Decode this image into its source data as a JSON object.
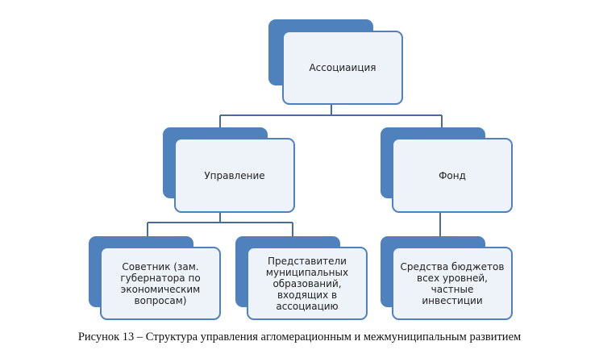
{
  "colors": {
    "accent": "#4f81bd",
    "box_fill": "#eef2f9",
    "connector": "#4a6c96"
  },
  "diagram": {
    "root": {
      "label": "Ассоциаиция"
    },
    "management": {
      "label": "Управление"
    },
    "fund": {
      "label": "Фонд"
    },
    "advisor": {
      "label": "Советник (зам. губернатора по экономическим вопросам)"
    },
    "representatives": {
      "label": "Представители муниципальных образований, входящих в ассоциацию"
    },
    "funds_sources": {
      "label": "Средства бюджетов всех уровней, частные инвестиции"
    }
  },
  "caption": "Рисунок 13 – Структура управления агломерационным и межмуниципальным развитием"
}
